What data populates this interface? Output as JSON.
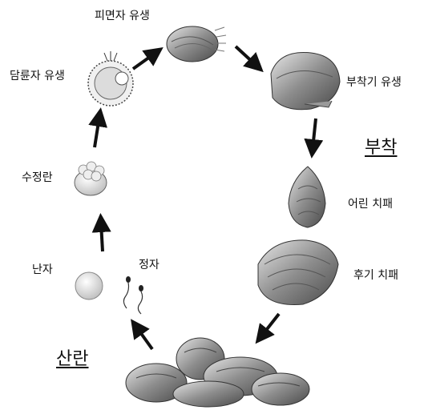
{
  "labels": {
    "pediveliger": "피면자 유생",
    "trochophore": "담륜자 유생",
    "attaching_larva": "부착기 유생",
    "fertilized_egg": "수정란",
    "young_spat": "어린 치패",
    "late_spat": "후기 치패",
    "egg": "난자",
    "sperm": "정자"
  },
  "stages": {
    "attachment": "부착",
    "spawning": "산란"
  }
}
